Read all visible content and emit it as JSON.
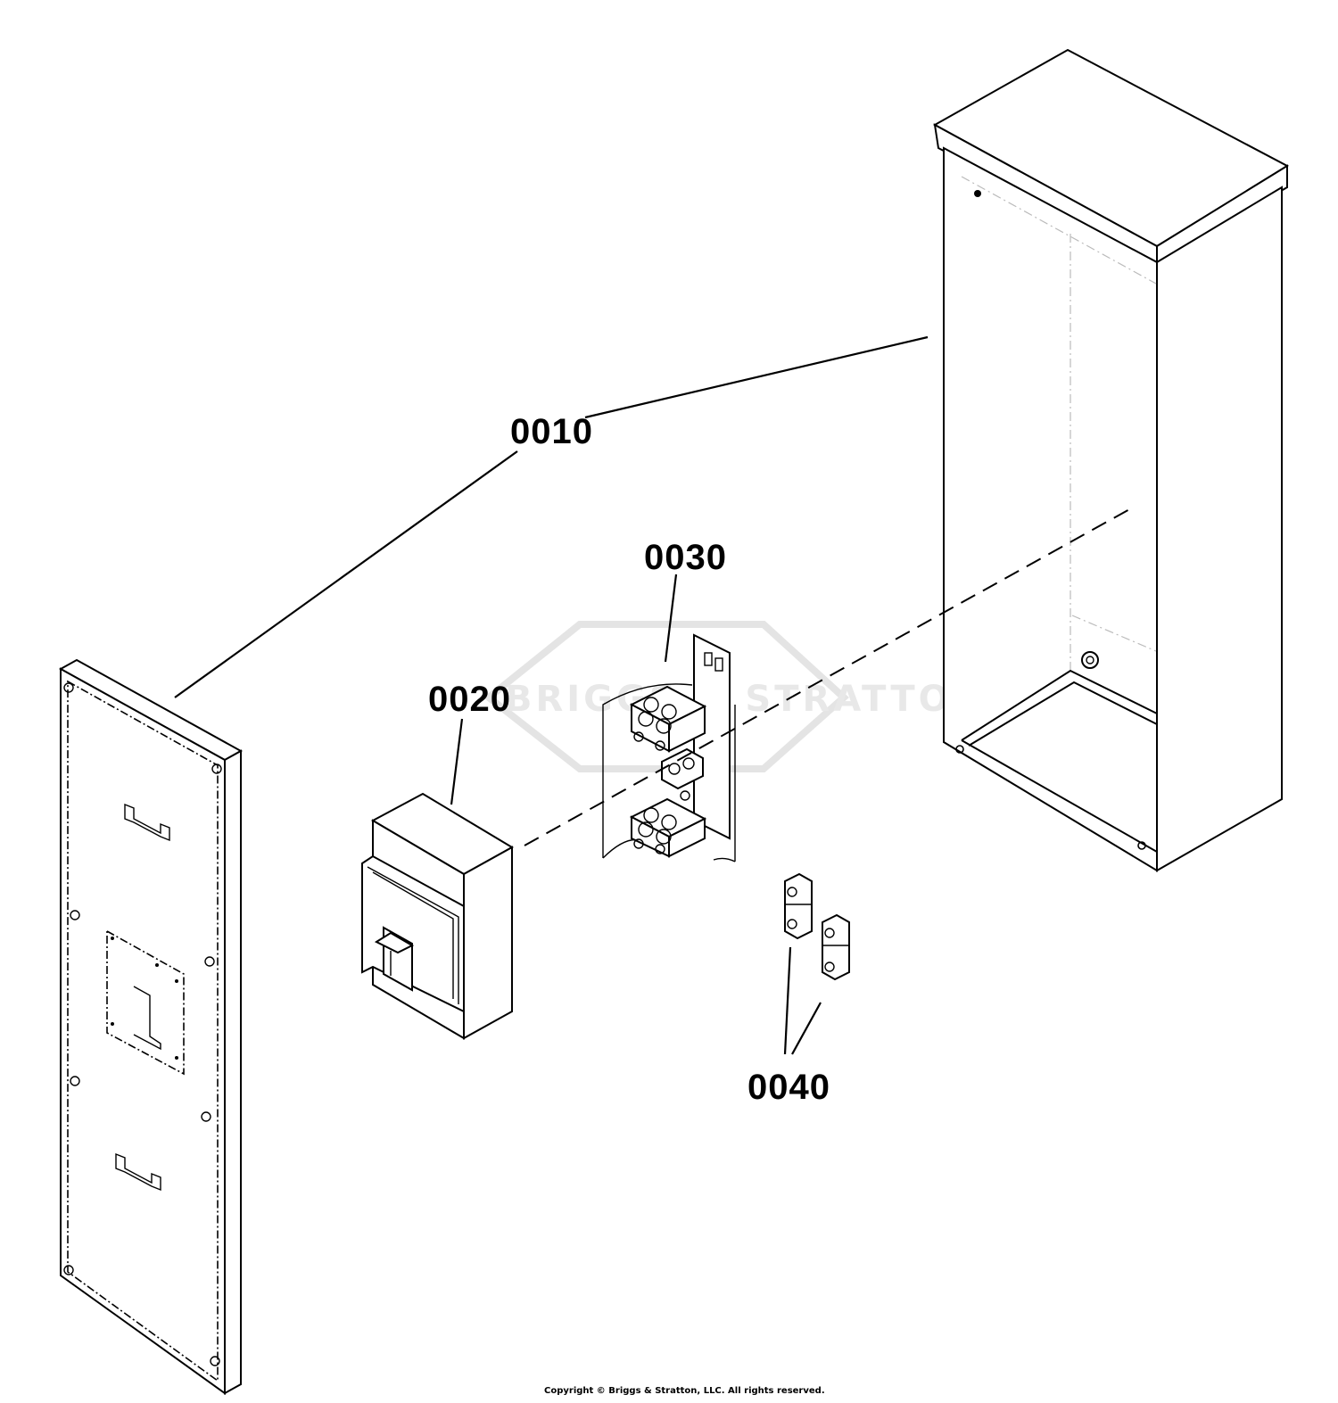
{
  "diagram": {
    "callouts": [
      {
        "id": "0010"
      },
      {
        "id": "0020"
      },
      {
        "id": "0030"
      },
      {
        "id": "0040"
      }
    ],
    "watermark": "BRIGGS & STRATTON",
    "copyright": "Copyright © Briggs & Stratton, LLC. All rights reserved."
  }
}
